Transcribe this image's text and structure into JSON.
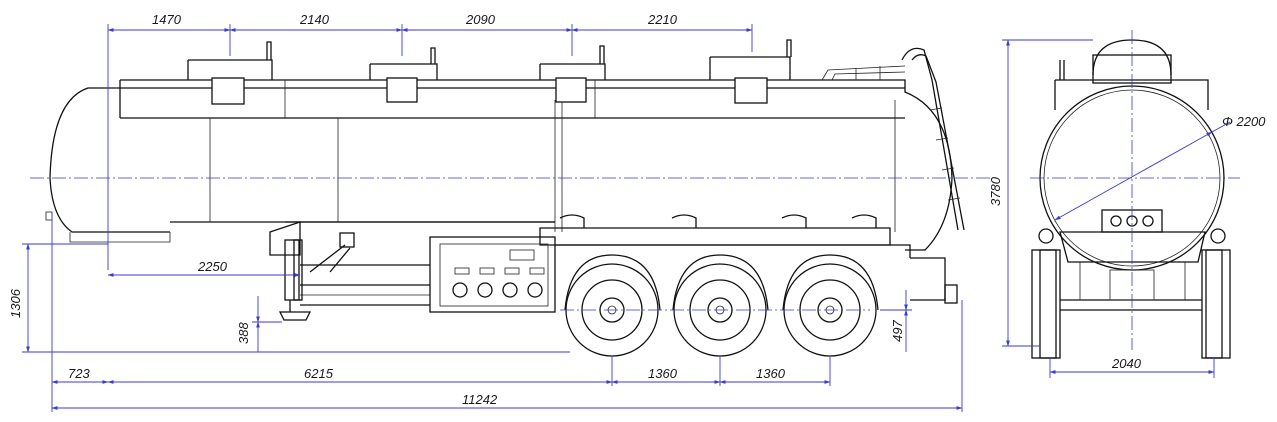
{
  "dimensions": {
    "hatch_1": "1470",
    "hatch_2": "2140",
    "hatch_3": "2090",
    "hatch_4": "2210",
    "kingpin_offset": "2250",
    "front_overhang_height": "1306",
    "support_height": "388",
    "front_overhang": "723",
    "kingpin_to_axle": "6215",
    "axle_spacing_1": "1360",
    "axle_spacing_2": "1360",
    "overall_length": "11242",
    "wheel_height": "497",
    "overall_height": "3780",
    "tank_diameter": "Φ 2200",
    "track_width": "2040"
  },
  "colors": {
    "outline": "#111111",
    "dimension": "#3a3ad0"
  }
}
